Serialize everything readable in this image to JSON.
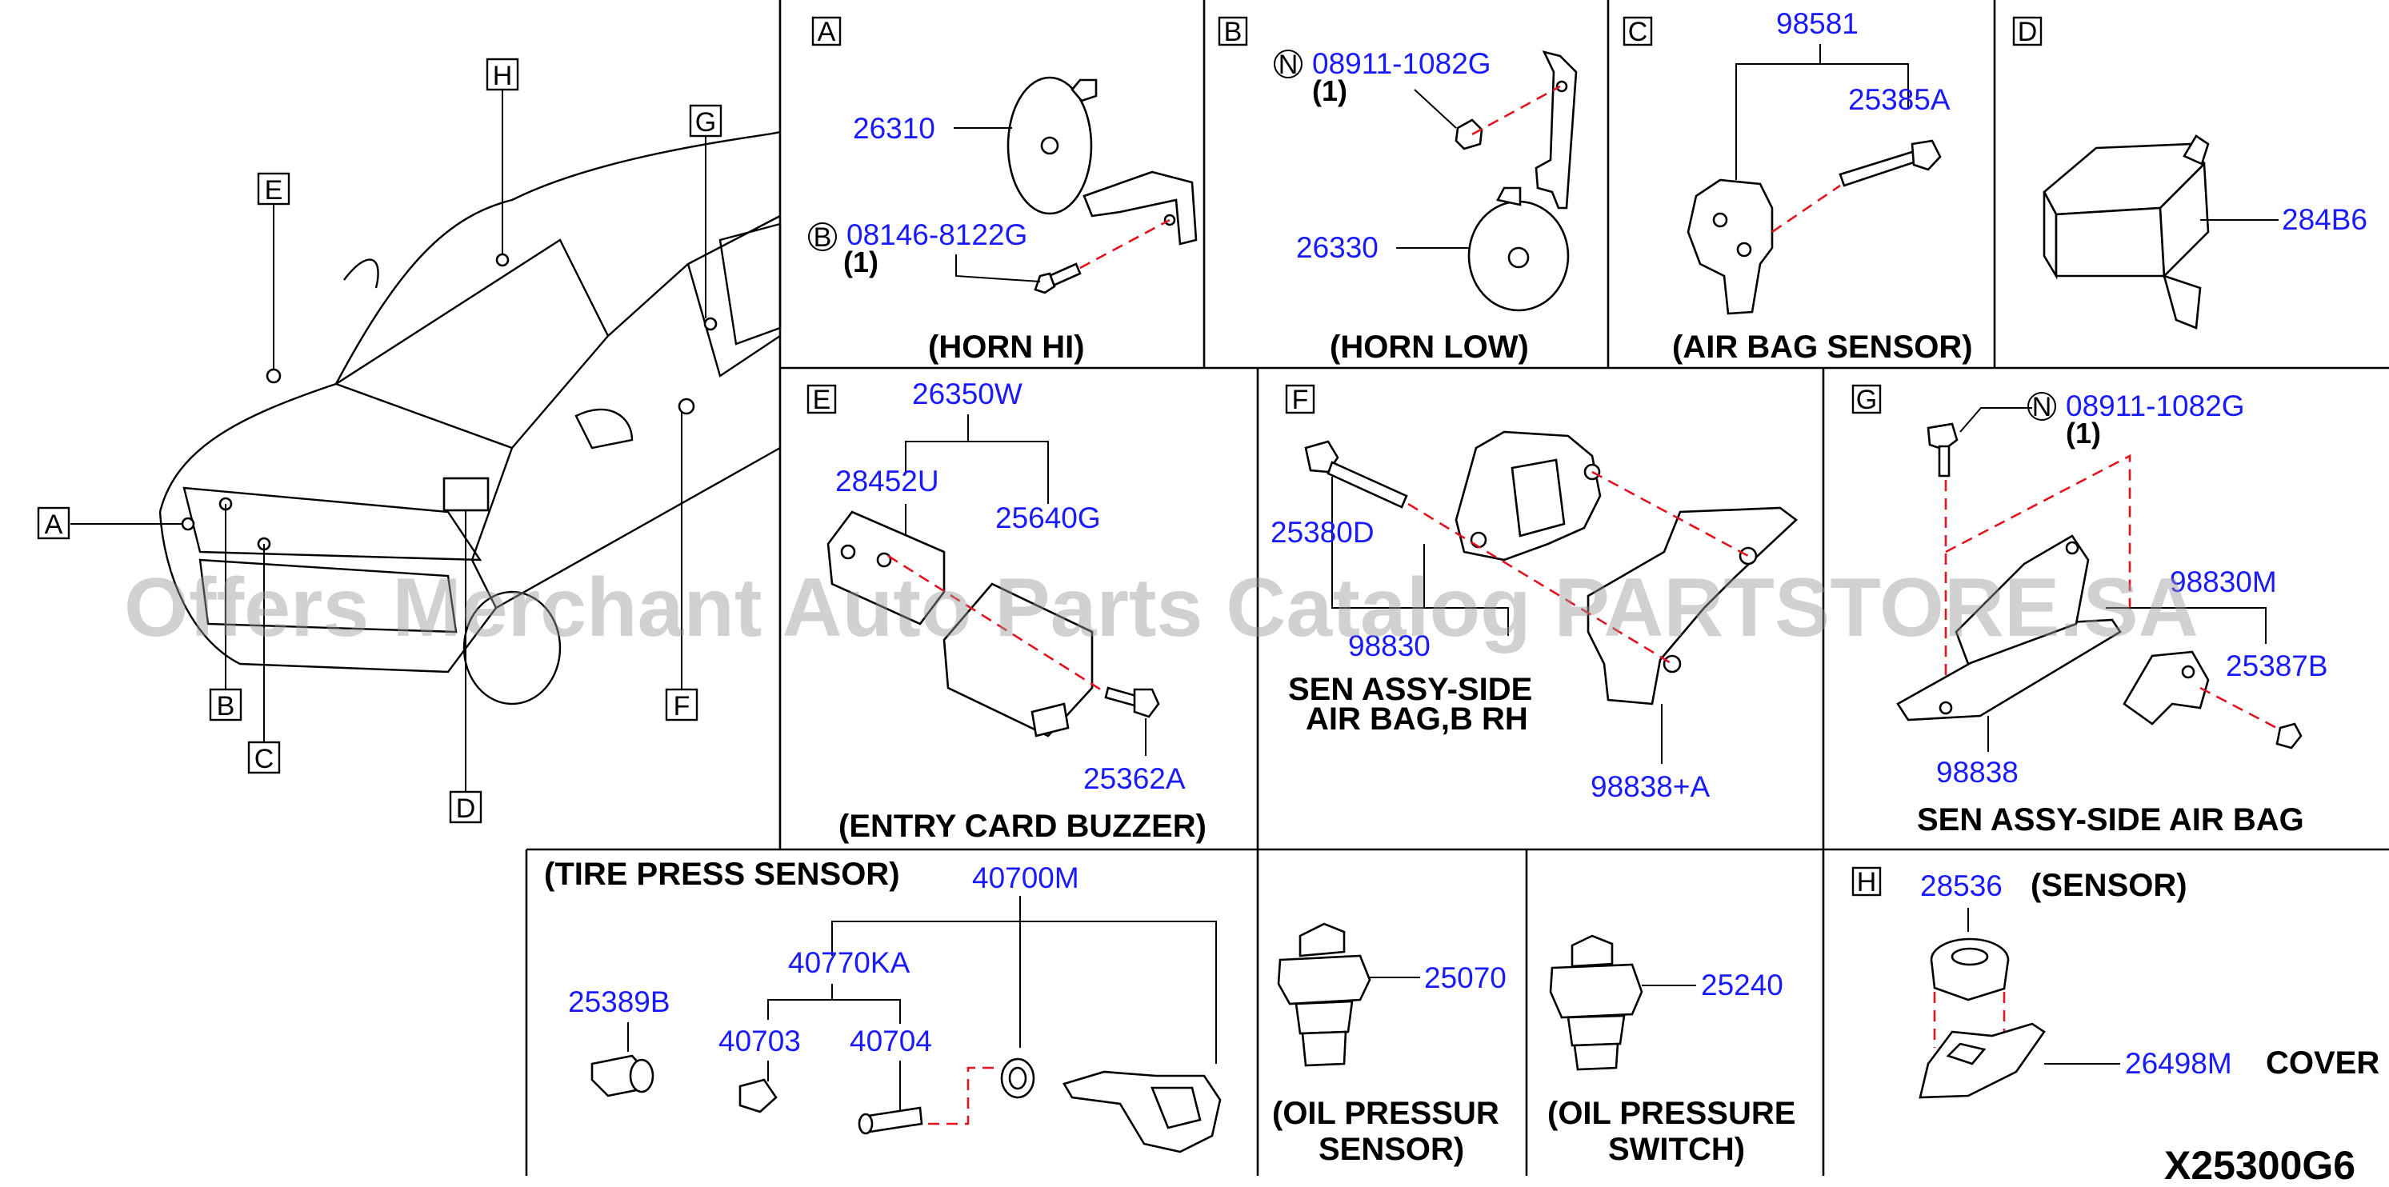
{
  "diagram_code": "X25300G6",
  "watermark": "Offers Merchant Auto Parts Catalog PARTSTORE.SA",
  "overview_callouts": [
    "A",
    "B",
    "C",
    "D",
    "E",
    "F",
    "G",
    "H"
  ],
  "panels": {
    "A": {
      "letter": "A",
      "caption": "(HORN HI)",
      "parts": {
        "horn": "26310",
        "bolt": "08146-8122G"
      },
      "bolt_symbol": "B",
      "bolt_qty": "(1)"
    },
    "B": {
      "letter": "B",
      "caption": "(HORN LOW)",
      "parts": {
        "nut": "08911-1082G",
        "horn": "26330"
      },
      "nut_symbol": "N",
      "nut_qty": "(1)"
    },
    "C": {
      "letter": "C",
      "caption": "(AIR BAG SENSOR)",
      "parts": {
        "sensor": "98581",
        "bolt": "25385A"
      }
    },
    "D": {
      "letter": "D",
      "parts": {
        "module": "284B6"
      }
    },
    "E": {
      "letter": "E",
      "caption": "(ENTRY CARD BUZZER)",
      "parts": {
        "assy": "26350W",
        "bracket": "28452U",
        "buzzer": "25640G",
        "bolt": "25362A"
      }
    },
    "F": {
      "letter": "F",
      "caption_line1": "SEN ASSY-SIDE",
      "caption_line2": "AIR BAG,B RH",
      "parts": {
        "bolt": "25380D",
        "sensor": "98830",
        "bracket": "98838+A"
      }
    },
    "G": {
      "letter": "G",
      "caption": "SEN ASSY-SIDE AIR BAG",
      "parts": {
        "nut": "08911-1082G",
        "sensor": "98830M",
        "bolt": "25387B",
        "bracket": "98838"
      },
      "nut_symbol": "N",
      "nut_qty": "(1)"
    },
    "tire": {
      "caption": "(TIRE PRESS SENSOR)",
      "parts": {
        "sensor": "40700M",
        "valve_kit": "40770KA",
        "cap": "25389B",
        "valve_cap": "40703",
        "valve_core": "40704"
      }
    },
    "oil_sensor": {
      "caption_line1": "(OIL PRESSUR",
      "caption_line2": "SENSOR)",
      "parts": {
        "sensor": "25070"
      }
    },
    "oil_switch": {
      "caption_line1": "(OIL PRESSURE",
      "caption_line2": "SWITCH)",
      "parts": {
        "switch": "25240"
      }
    },
    "H": {
      "letter": "H",
      "parts": {
        "sensor": "28536",
        "cover": "26498M"
      },
      "sensor_label": "(SENSOR)",
      "cover_label": "COVER"
    }
  },
  "colors": {
    "part_number": "#1a1aff",
    "guide_line": "#e0141e",
    "watermark": "#9a9a9a"
  }
}
